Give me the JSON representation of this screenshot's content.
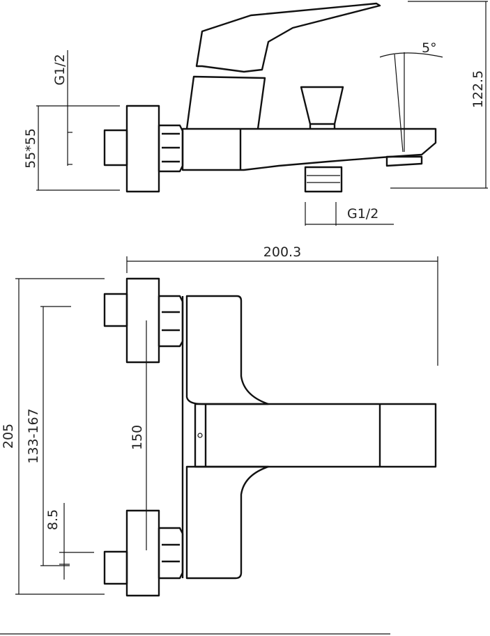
{
  "top_view": {
    "flange_size": "55*55",
    "inlet_thread": "G1/2",
    "outlet_thread": "G1/2",
    "spout_angle": "5°",
    "height": "122.5"
  },
  "front_view": {
    "width": "200.3",
    "total_height": "205",
    "center_distance_range": "133-167",
    "center_distance": "150",
    "eccentric_offset": "8.5"
  },
  "colors": {
    "line": "#111111",
    "background": "#ffffff"
  }
}
